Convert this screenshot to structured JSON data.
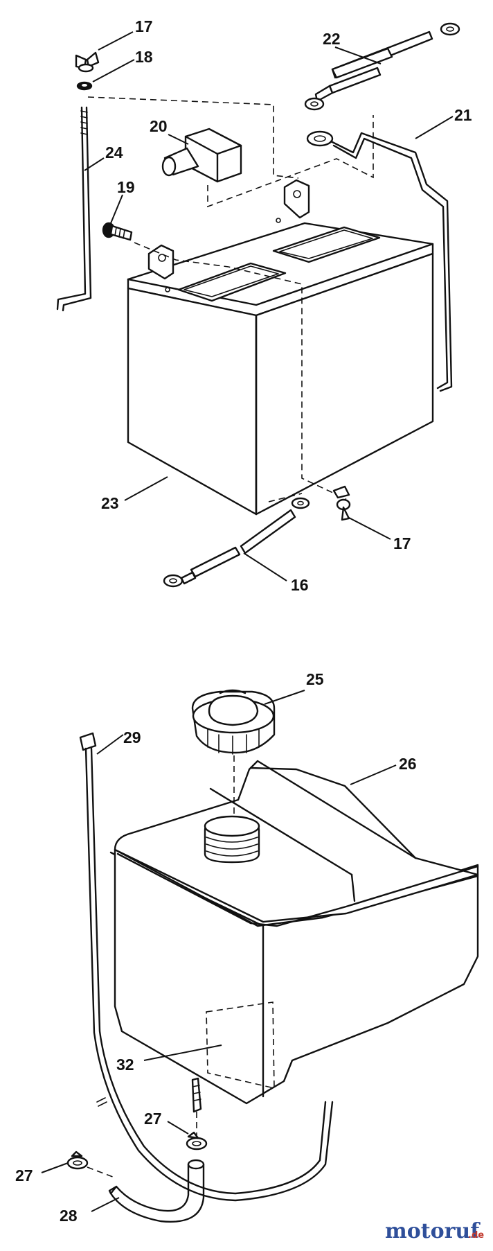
{
  "parts": {
    "p16": "16",
    "p17a": "17",
    "p17b": "17",
    "p18": "18",
    "p19": "19",
    "p20": "20",
    "p21": "21",
    "p22": "22",
    "p23": "23",
    "p24": "24",
    "p25": "25",
    "p26": "26",
    "p27a": "27",
    "p27b": "27",
    "p28": "28",
    "p29": "29",
    "p32": "32"
  },
  "watermark": {
    "brand": "motoruf",
    "suffix": ".de"
  },
  "colors": {
    "line": "#111111",
    "brand_blue": "#2f4f9a",
    "brand_red": "#c23b2f"
  }
}
